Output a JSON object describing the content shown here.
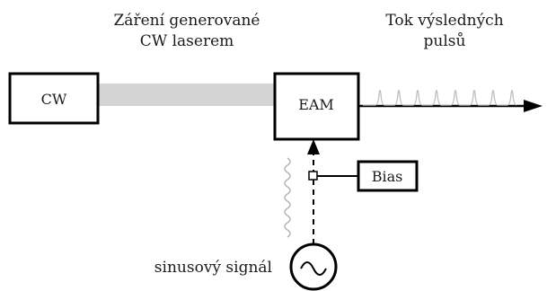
{
  "labels": {
    "cw_radiation_line1": "Záření generované",
    "cw_radiation_line2": "CW laserem",
    "pulses_line1": "Tok výsledných",
    "pulses_line2": "pulsů",
    "sine_signal": "sinusový signál"
  },
  "blocks": {
    "cw": "CW",
    "eam": "EAM",
    "bias": "Bias"
  },
  "colors": {
    "stroke": "#000000",
    "beam": "#d4d4d4",
    "pulses": "#bdbdbd",
    "wave": "#b5b5b5"
  },
  "icons": {
    "oscillator": "sine-source-icon",
    "output_arrow": "arrow-right-icon",
    "modulation_arrow": "arrow-up-icon"
  }
}
